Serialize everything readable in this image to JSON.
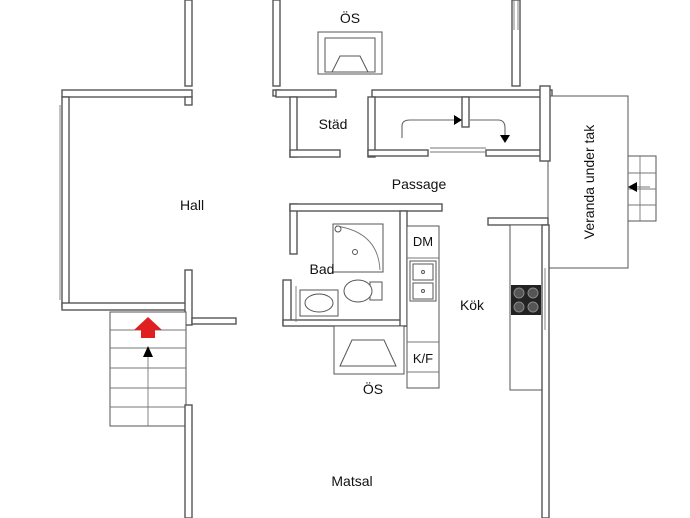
{
  "rooms": {
    "os_top": "ÖS",
    "stad": "Städ",
    "passage": "Passage",
    "veranda": "Veranda under tak",
    "hall": "Hall",
    "dm": "DM",
    "bad": "Bad",
    "kok": "Kök",
    "kf": "K/F",
    "os_bottom": "ÖS",
    "matsal": "Matsal"
  },
  "colors": {
    "walls": "#555555",
    "entrance_arrow": "#e02020",
    "black_arrow": "#000000",
    "stove": "#222222"
  },
  "icons": {
    "entrance": "red-entrance-arrow-icon",
    "stair_direction": "stair-arrow-icon",
    "door_swing": "door-arrow-icon",
    "veranda_entry": "veranda-arrow-icon"
  }
}
